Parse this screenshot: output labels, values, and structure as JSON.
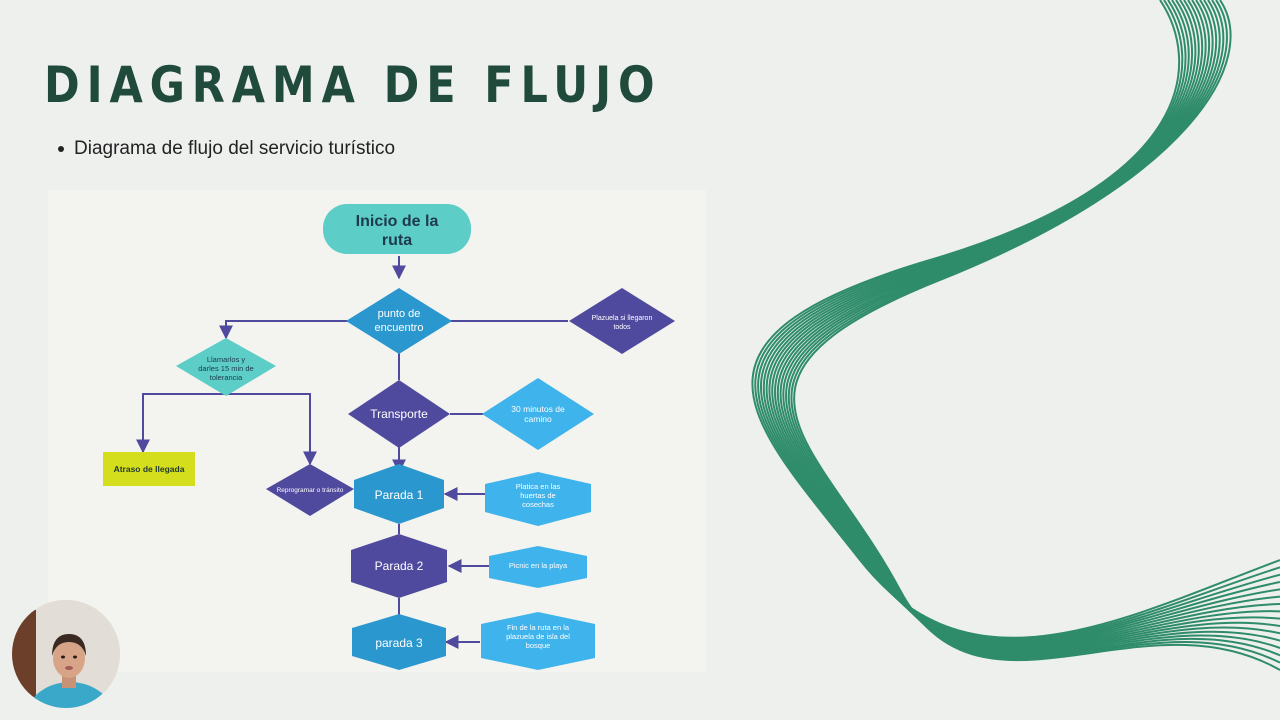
{
  "slide": {
    "title": "DIAGRAMA DE FLUJO",
    "bullet": "Diagrama de flujo del servicio turístico"
  },
  "colors": {
    "title": "#1f4a3c",
    "teal": "#5ccdc7",
    "blue": "#2b97cf",
    "light_blue": "#3fb3ec",
    "indigo": "#4f4a9e",
    "yellow": "#d4de1c",
    "wave": "#2e8c6b"
  },
  "diagram": {
    "start": [
      "Inicio de la",
      "ruta"
    ],
    "meeting": [
      "punto de",
      "encuentro"
    ],
    "plaza": [
      "Plazuela si llegaron",
      "todos"
    ],
    "call": [
      "Llamarlos y",
      "darles 15 min de",
      "tolerancia"
    ],
    "late": "Atraso de llegada",
    "reschedule": "Reprogramar o tránsito",
    "transport": "Transporte",
    "walk": [
      "30 minutos de",
      "camino"
    ],
    "stop1": "Parada 1",
    "talk": [
      "Platica en las",
      "huertas de",
      "cosechas"
    ],
    "stop2": "Parada 2",
    "picnic": "Picnic en la playa",
    "stop3": "parada 3",
    "end": [
      "Fin de la ruta en la",
      "plazuela de isla del",
      "bosque"
    ]
  }
}
